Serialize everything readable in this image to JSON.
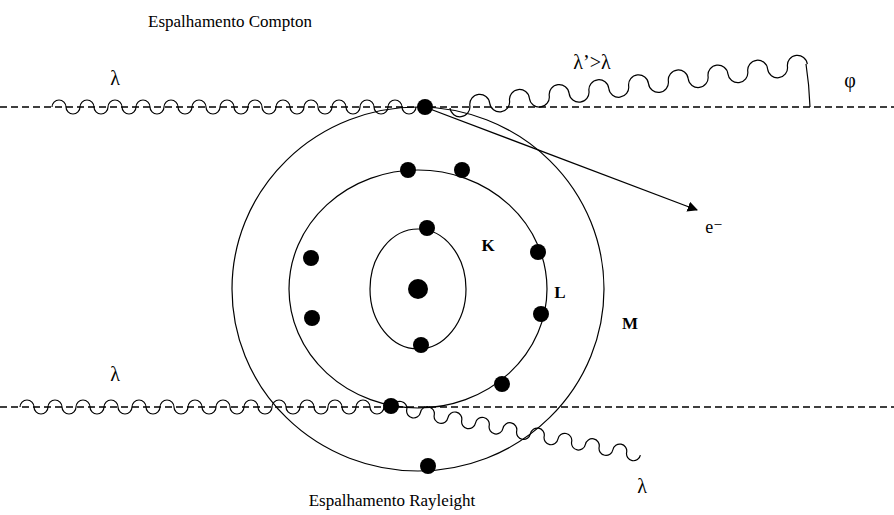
{
  "diagram": {
    "labels": [
      "Espalhamento Compton",
      "λ",
      "λ’>λ",
      "φ",
      "e⁻",
      "K",
      "L",
      "M",
      "λ",
      "Espalhamento Rayleight",
      "λ"
    ]
  }
}
